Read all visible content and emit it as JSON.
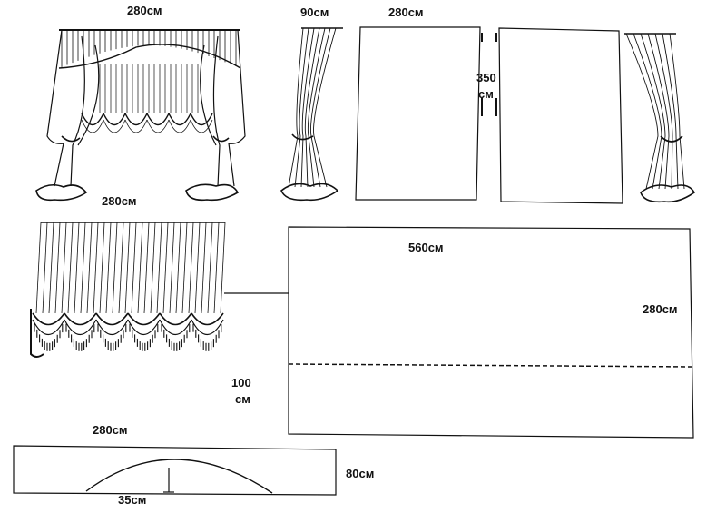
{
  "diagram": {
    "labels": {
      "set_width": "280см",
      "side_curtain_width": "90см",
      "panel_width": "280см",
      "panel_height_line1": "350",
      "panel_height_line2": "см",
      "blind_width": "280см",
      "fabric_width": "560см",
      "fabric_height": "280см",
      "fold_height_line1": "100",
      "fold_height_line2": "см",
      "pelmet_width": "280см",
      "pelmet_height": "80см",
      "arch_depth": "35см"
    }
  }
}
